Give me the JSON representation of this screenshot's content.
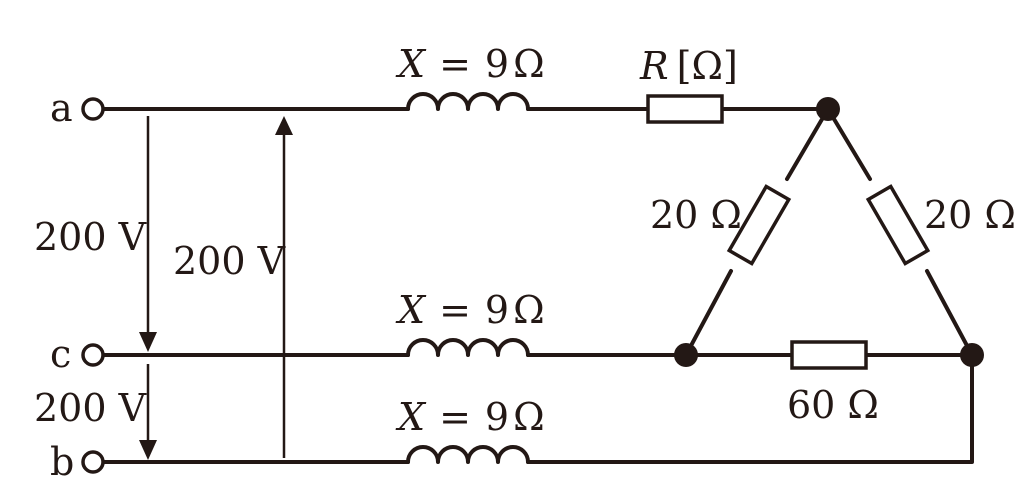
{
  "terminals": {
    "a": "a",
    "b": "b",
    "c": "c"
  },
  "reactance": {
    "var": "X",
    "eq": "=",
    "value": "9",
    "unit": "Ω"
  },
  "resistor_r": {
    "var": "R",
    "open": "[",
    "unit": "Ω",
    "close": "]"
  },
  "delta_resistors": {
    "left": "20 Ω",
    "right": "20 Ω",
    "bottom": "60 Ω"
  },
  "voltages": {
    "ac": "200 V",
    "ab": "200 V",
    "cb": "200 V"
  },
  "colors": {
    "ink": "#231815",
    "background": "#ffffff"
  }
}
